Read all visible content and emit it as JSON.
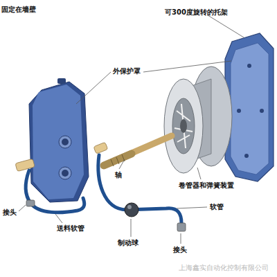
{
  "diagram": {
    "labels": [
      "固定在墙壁",
      "可300度旋转的托架",
      "外保护罩",
      "卷管器和弹簧装置",
      "轴",
      "软管",
      "接头",
      "送料软管",
      "制动球",
      "接头",
      "上海鑫实自动化控制有限公司"
    ]
  }
}
